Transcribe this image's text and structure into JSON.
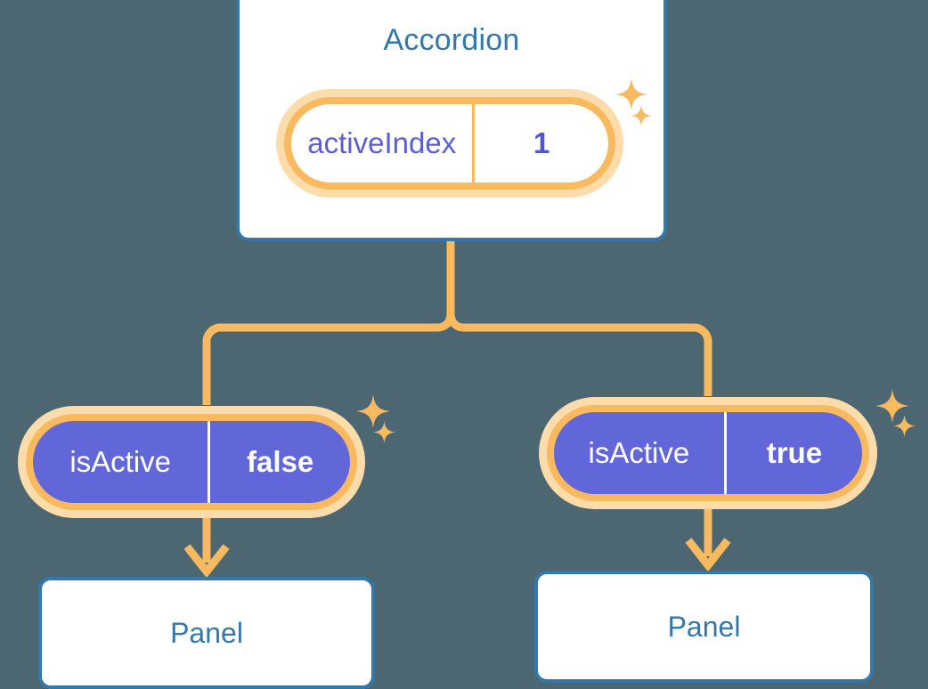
{
  "diagram": {
    "type": "component-tree",
    "background_color": "#4c6771",
    "accent_orange": "#f8b95f",
    "accent_orange_soft": "#fbdcaa",
    "accent_blue": "#3378a8",
    "accent_purple": "#6166d9",
    "root": {
      "title": "Accordion",
      "state": {
        "key": "activeIndex",
        "value": "1"
      }
    },
    "children": [
      {
        "prop": {
          "key": "isActive",
          "value": "false"
        },
        "panel_label": "Panel"
      },
      {
        "prop": {
          "key": "isActive",
          "value": "true"
        },
        "panel_label": "Panel"
      }
    ],
    "icons": {
      "sparkle": "sparkle-icon",
      "arrow": "arrow-down-icon"
    }
  }
}
